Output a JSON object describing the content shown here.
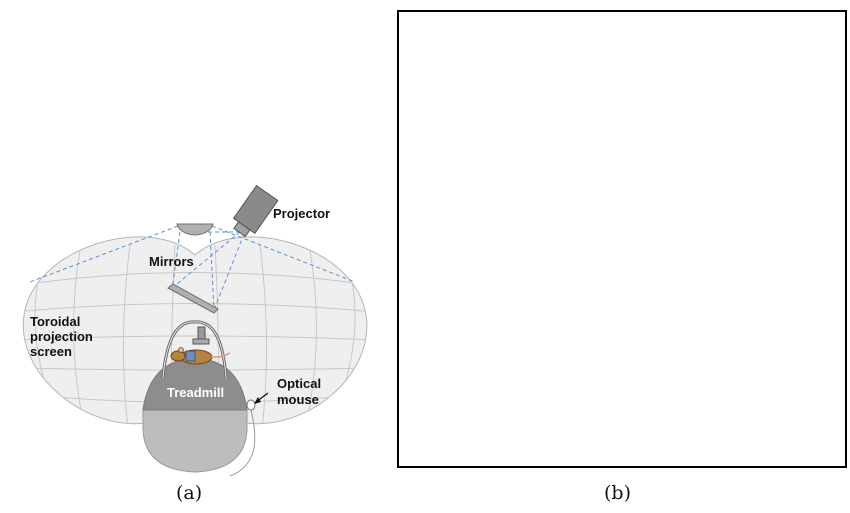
{
  "panel_a": {
    "labels": {
      "projector": "Projector",
      "mirrors": "Mirrors",
      "screen_line1": "Toroidal",
      "screen_line2": "projection",
      "screen_line3": "screen",
      "treadmill": "Treadmill",
      "mouse_line1": "Optical",
      "mouse_line2": "mouse"
    },
    "caption": "(a)"
  },
  "panel_b": {
    "caption": "(b)"
  },
  "colors": {
    "screen_fill": "#efefef",
    "grid_line": "#c8c8c8",
    "treadmill_top": "#8d8d8d",
    "treadmill_base": "#bdbdbd",
    "projector_body": "#8a8a8a",
    "mirror": "#b0b0b0",
    "light_beam": "#5b8fd6"
  }
}
